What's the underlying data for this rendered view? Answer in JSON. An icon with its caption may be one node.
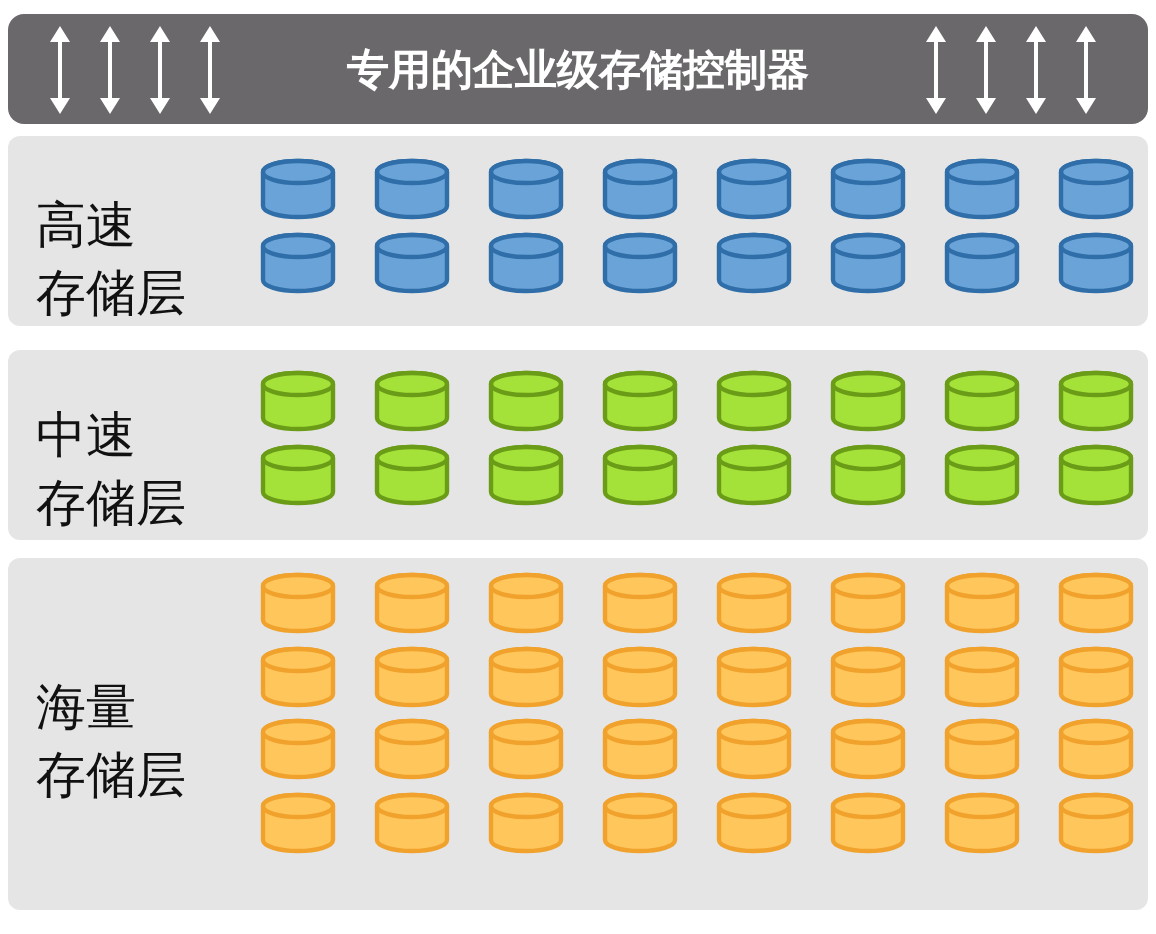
{
  "diagram": {
    "nodes": [
      {
        "text": [
          "专用的企业级存储控制器"
        ]
      },
      {
        "text": [
          "高速存储层"
        ]
      },
      {
        "text": [],
        "shape": "cylinder",
        "in": 1
      },
      {
        "text": [],
        "shape": "cylinder",
        "in": 1
      },
      {
        "text": [],
        "shape": "cylinder",
        "in": 1
      },
      {
        "text": [],
        "shape": "cylinder",
        "in": 1
      },
      {
        "text": [],
        "shape": "cylinder",
        "in": 1
      },
      {
        "text": [],
        "shape": "cylinder",
        "in": 1
      },
      {
        "text": [],
        "shape": "cylinder",
        "in": 1
      },
      {
        "text": [],
        "shape": "cylinder",
        "in": 1
      },
      {
        "text": [],
        "shape": "cylinder",
        "in": 1
      },
      {
        "text": [],
        "shape": "cylinder",
        "in": 1
      },
      {
        "text": [],
        "shape": "cylinder",
        "in": 1
      },
      {
        "text": [],
        "shape": "cylinder",
        "in": 1
      },
      {
        "text": [],
        "shape": "cylinder",
        "in": 1
      },
      {
        "text": [],
        "shape": "cylinder",
        "in": 1
      },
      {
        "text": [],
        "shape": "cylinder",
        "in": 1
      },
      {
        "text": [],
        "shape": "cylinder",
        "in": 1
      },
      {
        "text": [
          "中速存储层"
        ]
      },
      {
        "text": [],
        "shape": "cylinder",
        "in": 18
      },
      {
        "text": [],
        "shape": "cylinder",
        "in": 18
      },
      {
        "text": [],
        "shape": "cylinder",
        "in": 18
      },
      {
        "text": [],
        "shape": "cylinder",
        "in": 18
      },
      {
        "text": [],
        "shape": "cylinder",
        "in": 18
      },
      {
        "text": [],
        "shape": "cylinder",
        "in": 18
      },
      {
        "text": [],
        "shape": "cylinder",
        "in": 18
      },
      {
        "text": [],
        "shape": "cylinder",
        "in": 18
      },
      {
        "text": [],
        "shape": "cylinder",
        "in": 18
      },
      {
        "text": [],
        "shape": "cylinder",
        "in": 18
      },
      {
        "text": [],
        "shape": "cylinder",
        "in": 18
      },
      {
        "text": [],
        "shape": "cylinder",
        "in": 18
      },
      {
        "text": [],
        "shape": "cylinder",
        "in": 18
      },
      {
        "text": [],
        "shape": "cylinder",
        "in": 18
      },
      {
        "text": [],
        "shape": "cylinder",
        "in": 18
      },
      {
        "text": [],
        "shape": "cylinder",
        "in": 18
      },
      {
        "text": [
          "海量存储层"
        ]
      },
      {
        "text": [],
        "shape": "cylinder",
        "in": 35
      },
      {
        "text": [],
        "shape": "cylinder",
        "in": 35
      },
      {
        "text": [],
        "shape": "cylinder",
        "in": 35
      },
      {
        "text": [],
        "shape": "cylinder",
        "in": 35
      },
      {
        "text": [],
        "shape": "cylinder",
        "in": 35
      },
      {
        "text": [],
        "shape": "cylinder",
        "in": 35
      },
      {
        "text": [],
        "shape": "cylinder",
        "in": 35
      },
      {
        "text": [],
        "shape": "cylinder",
        "in": 35
      },
      {
        "text": [],
        "shape": "cylinder",
        "in": 35
      },
      {
        "text": [],
        "shape": "cylinder",
        "in": 35
      },
      {
        "text": [],
        "shape": "cylinder",
        "in": 35
      },
      {
        "text": [],
        "shape": "cylinder",
        "in": 35
      },
      {
        "text": [],
        "shape": "cylinder",
        "in": 35
      },
      {
        "text": [],
        "shape": "cylinder",
        "in": 35
      },
      {
        "text": [],
        "shape": "cylinder",
        "in": 35
      },
      {
        "text": [],
        "shape": "cylinder",
        "in": 35
      },
      {
        "text": [],
        "shape": "cylinder",
        "in": 35
      },
      {
        "text": [],
        "shape": "cylinder",
        "in": 35
      },
      {
        "text": [],
        "shape": "cylinder",
        "in": 35
      },
      {
        "text": [],
        "shape": "cylinder",
        "in": 35
      },
      {
        "text": [],
        "shape": "cylinder",
        "in": 35
      },
      {
        "text": [],
        "shape": "cylinder",
        "in": 35
      },
      {
        "text": [],
        "shape": "cylinder",
        "in": 35
      },
      {
        "text": [],
        "shape": "cylinder",
        "in": 35
      },
      {
        "text": [],
        "shape": "cylinder",
        "in": 35
      },
      {
        "text": [],
        "shape": "cylinder",
        "in": 35
      },
      {
        "text": [],
        "shape": "cylinder",
        "in": 35
      },
      {
        "text": [],
        "shape": "cylinder",
        "in": 35
      },
      {
        "text": [],
        "shape": "cylinder",
        "in": 35
      },
      {
        "text": [],
        "shape": "cylinder",
        "in": 35
      },
      {
        "text": [],
        "shape": "cylinder",
        "in": 35
      },
      {
        "text": [],
        "shape": "cylinder",
        "in": 35
      }
    ]
  }
}
